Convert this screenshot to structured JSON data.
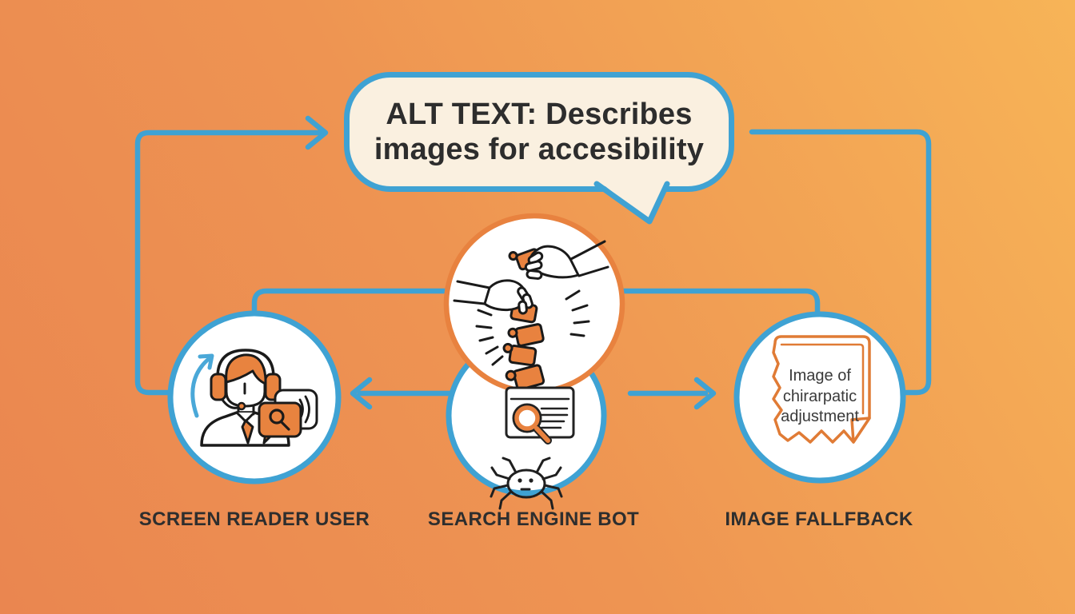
{
  "bubble": {
    "text": "ALT TEXT: Describes images for accesibility",
    "lines": [
      "ALT TEXT: Describes",
      "images for accesibility"
    ]
  },
  "nodes": {
    "screen_reader": {
      "label": "SCREEN READER USER"
    },
    "search_engine": {
      "label": "SEARCH ENGINE BOT"
    },
    "image_fallback": {
      "label": "IMAGE FALLFBACK",
      "broken_image_alt_text": "Image of chirarpatic adjustment",
      "broken_image_alt_lines": [
        "Image of",
        "chirarpatic",
        "adjustment"
      ]
    }
  },
  "icons": {
    "center_top": "chiropractic-adjustment-hands-spine-icon",
    "center_bottom": "search-results-magnifier-icon",
    "left": "support-person-headset-icon",
    "right": "broken-image-torn-photo-icon",
    "below_center": "crawler-spider-bot-icon",
    "misc": [
      "speech-bubble",
      "curved-refresh-arrow",
      "sound-waves",
      "flow-arrows"
    ]
  },
  "colors": {
    "background_gradient_start": "#ea8650",
    "background_gradient_end": "#f7b457",
    "accent_blue": "#3fa2d3",
    "accent_orange": "#e8823f",
    "bubble_fill": "#faf0e0",
    "circle_fill": "#ffffff",
    "ink": "#2d2d2d",
    "outline": "#1f1f1f"
  }
}
